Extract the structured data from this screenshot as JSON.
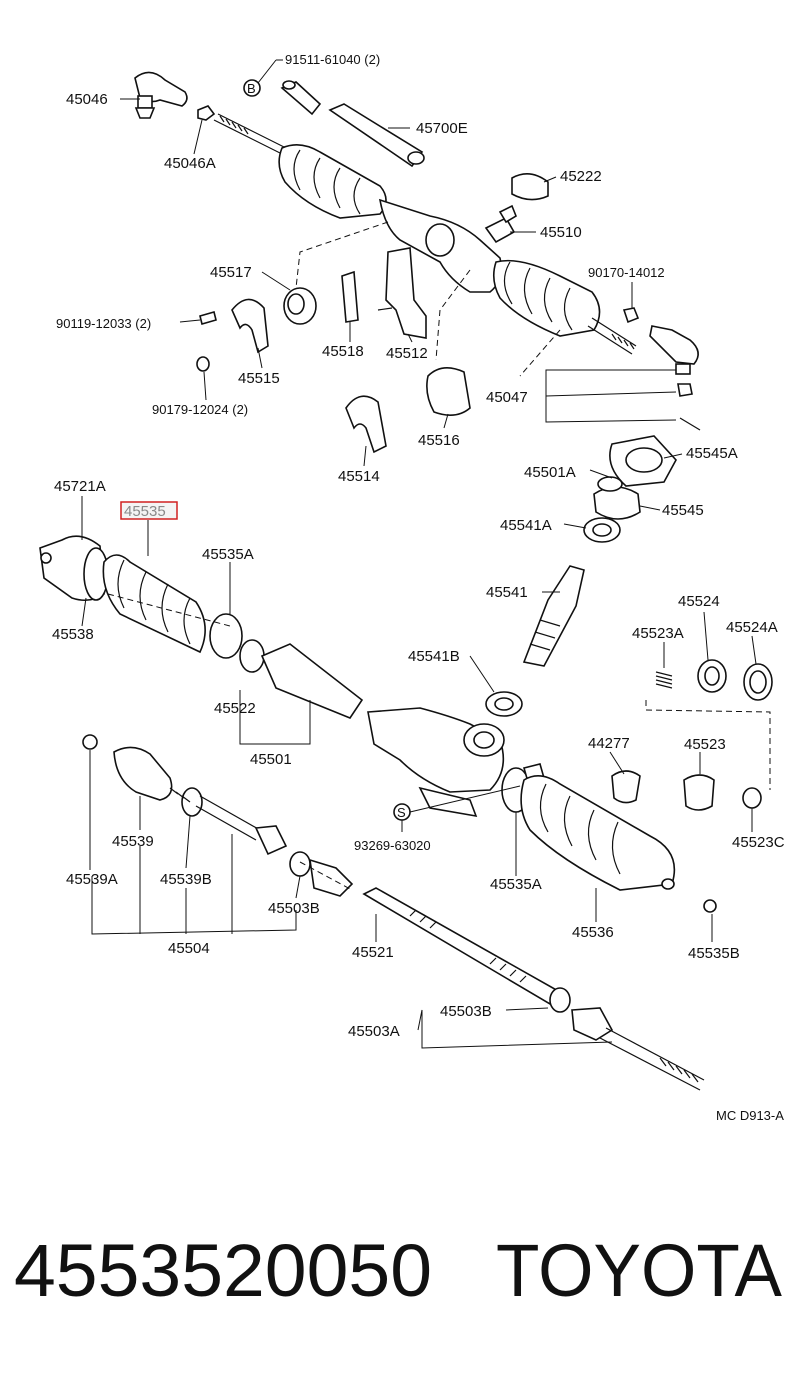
{
  "diagram": {
    "highlighted_part": "45535",
    "code": "MC D913-A",
    "labels": {
      "p45046": "45046",
      "p91511": "91511-61040 (2)",
      "b_marker": "B",
      "p45700E": "45700E",
      "p45046A": "45046A",
      "p45222": "45222",
      "p45510": "45510",
      "p45517": "45517",
      "p90170": "90170-14012",
      "p90119": "90119-12033 (2)",
      "p45518": "45518",
      "p45512": "45512",
      "p45515": "45515",
      "p45047": "45047",
      "p90179": "90179-12024 (2)",
      "p45516": "45516",
      "p45514": "45514",
      "p45545A": "45545A",
      "p45501A": "45501A",
      "p45721A": "45721A",
      "p45545": "45545",
      "p45541A": "45541A",
      "p45535A_top": "45535A",
      "p45541": "45541",
      "p45524": "45524",
      "p45538": "45538",
      "p45523A": "45523A",
      "p45524A": "45524A",
      "p45541B": "45541B",
      "p45522": "45522",
      "p45501": "45501",
      "p44277": "44277",
      "p45523": "45523",
      "s_marker": "S",
      "p93269": "93269-63020",
      "p45539": "45539",
      "p45523C": "45523C",
      "p45539A": "45539A",
      "p45539B": "45539B",
      "p45503B_left": "45503B",
      "p45535A_bottom": "45535A",
      "p45536": "45536",
      "p45504": "45504",
      "p45521": "45521",
      "p45535B": "45535B",
      "p45503B_right": "45503B",
      "p45503A": "45503A"
    }
  },
  "footer": {
    "part_number": "4553520050",
    "brand": "TOYOTA"
  }
}
